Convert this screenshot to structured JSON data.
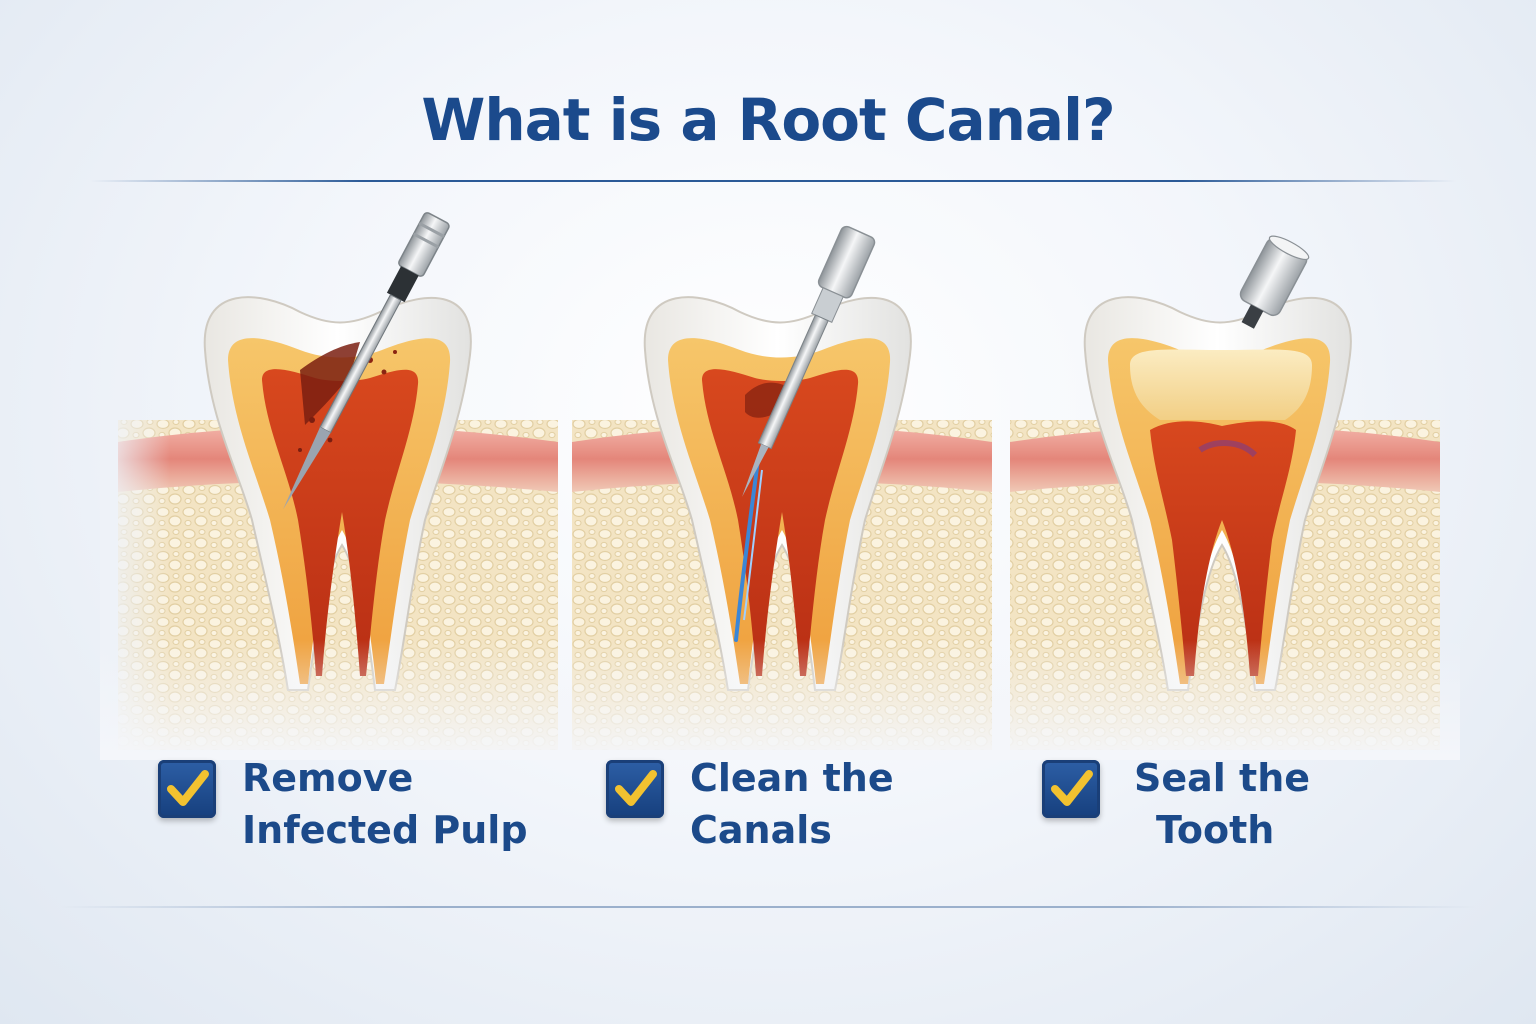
{
  "title": "What is a Root Canal?",
  "steps": [
    {
      "line1": "Remove",
      "line2": "Infected Pulp",
      "icon": "checkbox-checked-icon"
    },
    {
      "line1": "Clean the",
      "line2": "Canals",
      "icon": "checkbox-checked-icon"
    },
    {
      "line1": "Seal the",
      "line2": "Tooth",
      "icon": "checkbox-checked-icon"
    }
  ],
  "colors": {
    "title": "#1b4a8c",
    "check_box": "#1e4d91",
    "check_mark": "#f2c230",
    "pulp": "#c83a1a",
    "dentin": "#f2b248",
    "enamel": "#f4f1ea",
    "gum": "#e89088",
    "bone": "#f1dfb8"
  }
}
